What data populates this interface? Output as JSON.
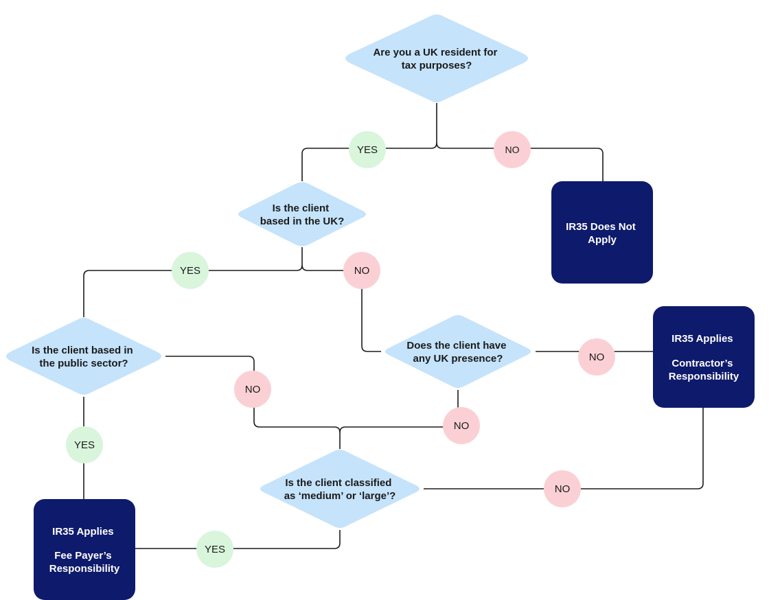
{
  "colors": {
    "decision": "#c5e3fb",
    "result": "#0e1a6b",
    "yes_badge": "#d9f5dc",
    "no_badge": "#fbd0d4",
    "connector": "#1a1a1a"
  },
  "decisions": {
    "uk_resident": [
      "Are you a UK resident for",
      "tax purposes?"
    ],
    "client_uk": [
      "Is the client",
      "based in the UK?"
    ],
    "public_sector": [
      "Is the client based in",
      "the public sector?"
    ],
    "uk_presence": [
      "Does the client have",
      "any UK presence?"
    ],
    "size": [
      "Is the client classified",
      "as ‘medium’ or ‘large’?"
    ]
  },
  "results": {
    "does_not_apply": [
      "IR35 Does Not",
      "Apply"
    ],
    "contractor": [
      "IR35 Applies",
      "",
      "Contractor’s",
      "Responsibility"
    ],
    "fee_payer": [
      "IR35 Applies",
      "",
      "Fee Payer’s",
      "Responsibility"
    ]
  },
  "badges": {
    "yes": "YES",
    "no": "NO"
  }
}
